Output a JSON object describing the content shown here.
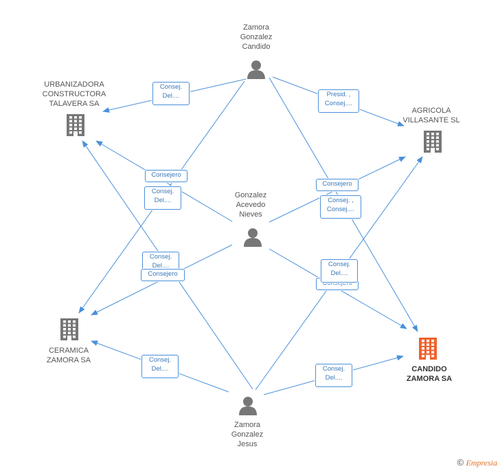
{
  "colors": {
    "edge": "#4a90d9",
    "node": "#777777",
    "highlight": "#f0622c"
  },
  "nodes": {
    "zgc": {
      "label": "Zamora\nGonzalez\nCandido",
      "type": "person"
    },
    "urb": {
      "label": "URBANIZADORA\nCONSTRUCTORA\nTALAVERA SA",
      "type": "company"
    },
    "agr": {
      "label": "AGRICOLA\nVILLASANTE SL",
      "type": "company"
    },
    "gan": {
      "label": "Gonzalez\nAcevedo\nNieves",
      "type": "person"
    },
    "cer": {
      "label": "CERAMICA\nZAMORA SA",
      "type": "company"
    },
    "can": {
      "label": "CANDIDO\nZAMORA SA",
      "type": "company",
      "highlight": true
    },
    "zgj": {
      "label": "Zamora\nGonzalez\nJesus",
      "type": "person"
    }
  },
  "edge_labels": {
    "zgc_urb": "Consej.\nDel....",
    "zgc_agr": "Presid. ,\nConsej....",
    "gan_urb": "Consejero",
    "zgc_cer": "Consej.\nDel....",
    "gan_agr": "Consejero",
    "zgc_can": "Consej. ,\nConsej....",
    "zgj_urb": "Consej.\nDel....",
    "gan_cer": "Consejero",
    "zgj_agr": "Consej.\nDel....",
    "gan_can": "Consejero",
    "zgj_cer": "Consej.\nDel....",
    "zgj_can": "Consej.\nDel...."
  },
  "footer": {
    "copyright": "©",
    "brand": "Empresia"
  }
}
